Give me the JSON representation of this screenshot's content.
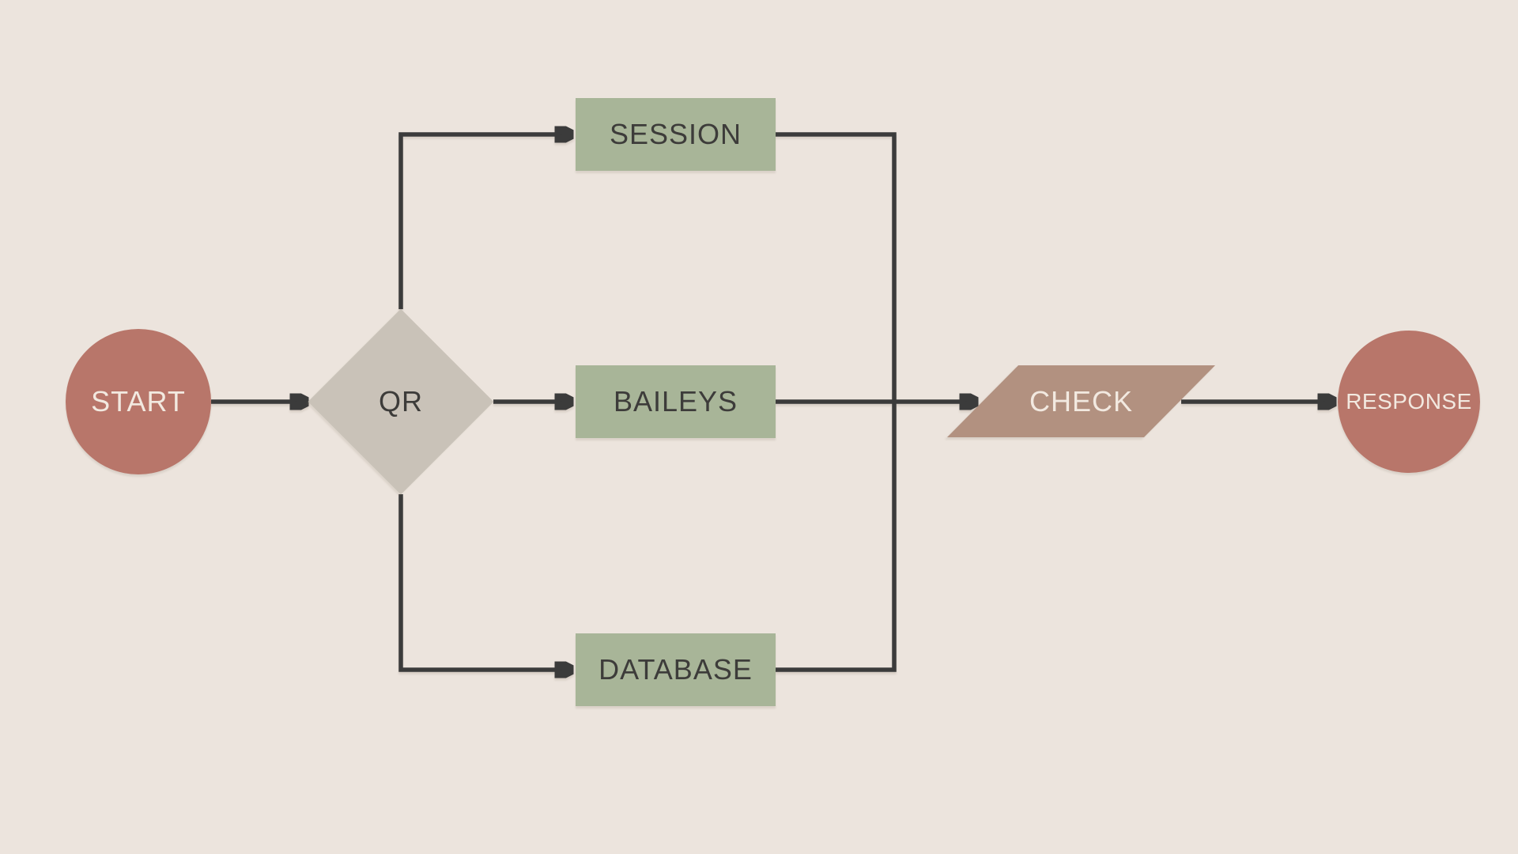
{
  "diagram": {
    "type": "flowchart",
    "background_color": "#ECE4DD",
    "connector_color": "#3B3B3B",
    "nodes": [
      {
        "id": "start",
        "shape": "circle",
        "label": "START",
        "fill": "#B8766A",
        "text_color": "#F2E9E0"
      },
      {
        "id": "qr",
        "shape": "diamond",
        "label": "QR",
        "fill": "#C9C2B8",
        "text_color": "#3D3C3A"
      },
      {
        "id": "session",
        "shape": "rectangle",
        "label": "SESSION",
        "fill": "#A8B598",
        "text_color": "#3D3C3A"
      },
      {
        "id": "baileys",
        "shape": "rectangle",
        "label": "BAILEYS",
        "fill": "#A8B598",
        "text_color": "#3D3C3A"
      },
      {
        "id": "database",
        "shape": "rectangle",
        "label": "DATABASE",
        "fill": "#A8B598",
        "text_color": "#3D3C3A"
      },
      {
        "id": "check",
        "shape": "parallelogram",
        "label": "CHECK",
        "fill": "#B29180",
        "text_color": "#F2E9E0"
      },
      {
        "id": "response",
        "shape": "circle",
        "label": "RESPONSE",
        "fill": "#B8766A",
        "text_color": "#F2E9E0"
      }
    ],
    "edges": [
      {
        "from": "start",
        "to": "qr",
        "arrow": true
      },
      {
        "from": "qr",
        "to": "session",
        "arrow": true
      },
      {
        "from": "qr",
        "to": "baileys",
        "arrow": true
      },
      {
        "from": "qr",
        "to": "database",
        "arrow": true
      },
      {
        "from": "session",
        "to": "check",
        "arrow": false
      },
      {
        "from": "database",
        "to": "check",
        "arrow": false
      },
      {
        "from": "baileys",
        "to": "check",
        "arrow": true
      },
      {
        "from": "check",
        "to": "response",
        "arrow": true
      }
    ]
  }
}
